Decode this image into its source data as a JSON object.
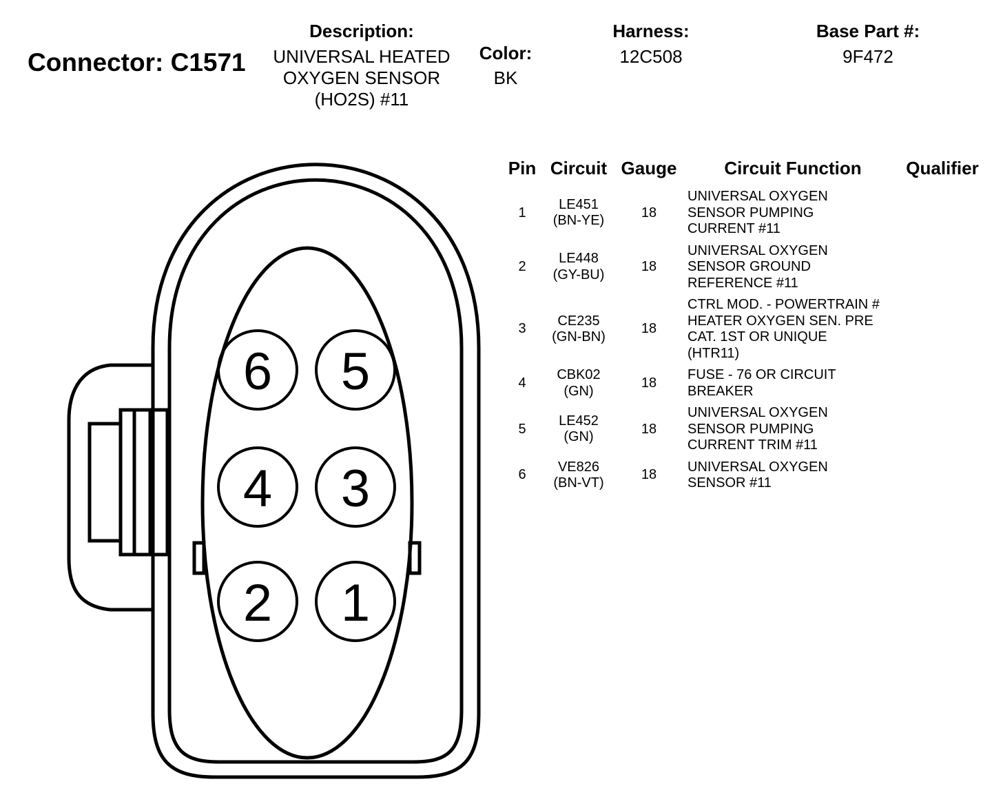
{
  "connector": {
    "title": "Connector: C1571"
  },
  "header": {
    "description_label": "Description:",
    "description_lines": [
      "UNIVERSAL HEATED",
      "OXYGEN SENSOR",
      "(HO2S) #11"
    ],
    "color_label": "Color:",
    "color_value": "BK",
    "harness_label": "Harness:",
    "harness_value": "12C508",
    "base_part_label": "Base Part #:",
    "base_part_value": "9F472"
  },
  "table": {
    "headers": [
      "Pin",
      "Circuit",
      "Gauge",
      "Circuit Function",
      "Qualifier"
    ],
    "rows": [
      {
        "pin": "1",
        "circuit": [
          "LE451",
          "(BN-YE)"
        ],
        "gauge": "18",
        "function": [
          "UNIVERSAL OXYGEN",
          "SENSOR PUMPING",
          "CURRENT #11"
        ],
        "qualifier": ""
      },
      {
        "pin": "2",
        "circuit": [
          "LE448",
          "(GY-BU)"
        ],
        "gauge": "18",
        "function": [
          "UNIVERSAL OXYGEN",
          "SENSOR GROUND",
          "REFERENCE #11"
        ],
        "qualifier": ""
      },
      {
        "pin": "3",
        "circuit": [
          "CE235",
          "(GN-BN)"
        ],
        "gauge": "18",
        "function": [
          "CTRL MOD. - POWERTRAIN #",
          "HEATER OXYGEN SEN. PRE",
          "CAT. 1ST OR UNIQUE",
          "(HTR11)"
        ],
        "qualifier": ""
      },
      {
        "pin": "4",
        "circuit": [
          "CBK02",
          "(GN)"
        ],
        "gauge": "18",
        "function": [
          "FUSE - 76 OR CIRCUIT",
          "BREAKER"
        ],
        "qualifier": ""
      },
      {
        "pin": "5",
        "circuit": [
          "LE452",
          "(GN)"
        ],
        "gauge": "18",
        "function": [
          "UNIVERSAL OXYGEN",
          "SENSOR PUMPING",
          "CURRENT TRIM #11"
        ],
        "qualifier": ""
      },
      {
        "pin": "6",
        "circuit": [
          "VE826",
          "(BN-VT)"
        ],
        "gauge": "18",
        "function": [
          "UNIVERSAL OXYGEN",
          "SENSOR #11"
        ],
        "qualifier": ""
      }
    ]
  },
  "diagram": {
    "pin_labels": [
      "1",
      "2",
      "3",
      "4",
      "5",
      "6"
    ]
  }
}
